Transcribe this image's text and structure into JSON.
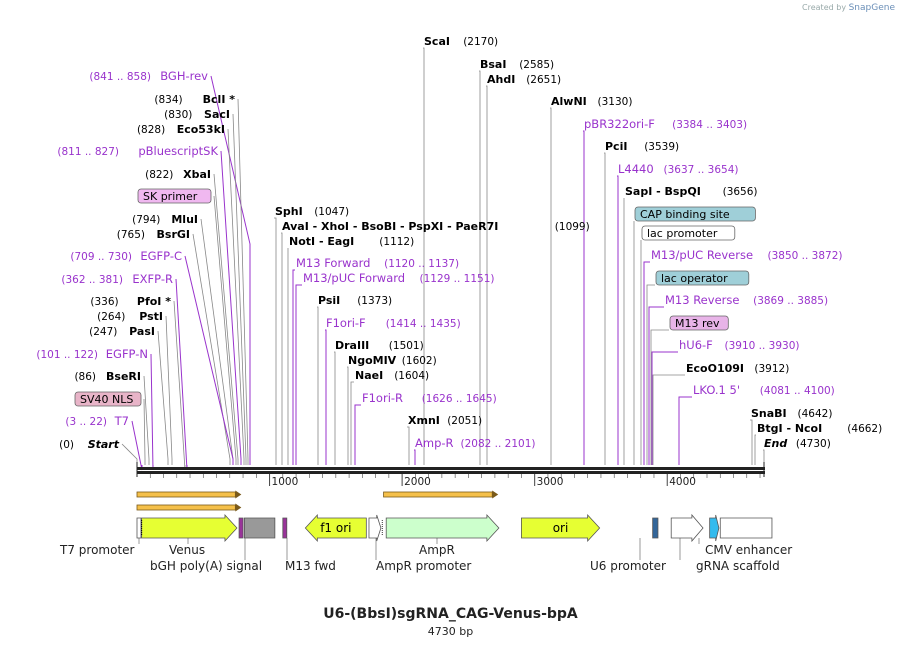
{
  "credit": {
    "prefix": "Created by",
    "brand": "SnapGene"
  },
  "title": "U6-(BbsI)sgRNA_CAG-Venus-bpA",
  "size_label": "4730 bp",
  "colors": {
    "primer": "#9933cc",
    "enzyme": "#000000",
    "tick": "#444444"
  },
  "left_labels": [
    {
      "pos": "(841 .. 858)",
      "name": "BGH-rev",
      "kind": "primer"
    },
    {
      "pos": "(834)",
      "name": "BclI *",
      "kind": "enzyme"
    },
    {
      "pos": "(830)",
      "name": "SacI",
      "kind": "enzyme"
    },
    {
      "pos": "(828)",
      "name": "Eco53kI",
      "kind": "enzyme"
    },
    {
      "pos": "(811 .. 827)",
      "name": "pBluescriptSK",
      "kind": "primer"
    },
    {
      "pos": "(822)",
      "name": "XbaI",
      "kind": "enzyme"
    },
    {
      "pos": "",
      "name": "SK primer",
      "kind": "boxed",
      "fill": "#f0b8f0"
    },
    {
      "pos": "(794)",
      "name": "MluI",
      "kind": "enzyme"
    },
    {
      "pos": "(765)",
      "name": "BsrGI",
      "kind": "enzyme"
    },
    {
      "pos": "(709 .. 730)",
      "name": "EGFP-C",
      "kind": "primer"
    },
    {
      "pos": "(362 .. 381)",
      "name": "EXFP-R",
      "kind": "primer"
    },
    {
      "pos": "(336)",
      "name": "PfoI *",
      "kind": "enzyme"
    },
    {
      "pos": "(264)",
      "name": "PstI",
      "kind": "enzyme"
    },
    {
      "pos": "(247)",
      "name": "PasI",
      "kind": "enzyme"
    },
    {
      "pos": "(101 .. 122)",
      "name": "EGFP-N",
      "kind": "primer"
    },
    {
      "pos": "(86)",
      "name": "BseRI",
      "kind": "enzyme"
    },
    {
      "pos": "",
      "name": "SV40 NLS",
      "kind": "boxed",
      "fill": "#e8b4c8"
    },
    {
      "pos": "(3 .. 22)",
      "name": "T7",
      "kind": "primer"
    },
    {
      "pos": "(0)",
      "name": "Start",
      "kind": "italic"
    }
  ],
  "right_labels": [
    {
      "name": "ScaI",
      "pos": "(2170)",
      "kind": "enzyme"
    },
    {
      "name": "BsaI",
      "pos": "(2585)",
      "kind": "enzyme"
    },
    {
      "name": "AhdI",
      "pos": "(2651)",
      "kind": "enzyme"
    },
    {
      "name": "AlwNI",
      "pos": "(3130)",
      "kind": "enzyme"
    },
    {
      "name": "pBR322ori-F",
      "pos": "(3384 .. 3403)",
      "kind": "primer"
    },
    {
      "name": "PciI",
      "pos": "(3539)",
      "kind": "enzyme"
    },
    {
      "name": "L4440",
      "pos": "(3637 .. 3654)",
      "kind": "primer"
    },
    {
      "name": "SapI - BspQI",
      "pos": "(3656)",
      "kind": "enzyme"
    },
    {
      "name": "SphI",
      "pos": "(1047)",
      "kind": "enzyme"
    },
    {
      "name": "CAP binding site",
      "pos": "",
      "kind": "boxed",
      "fill": "#9fcfd8"
    },
    {
      "name": "AvaI - XhoI - BsoBI - PspXI - PaeR7I",
      "pos": "(1099)",
      "kind": "enzyme"
    },
    {
      "name": "NotI - EagI",
      "pos": "(1112)",
      "kind": "enzyme"
    },
    {
      "name": "lac promoter",
      "pos": "",
      "kind": "boxed",
      "fill": "#ffffff"
    },
    {
      "name": "M13/pUC Reverse",
      "pos": "(3850 .. 3872)",
      "kind": "primer"
    },
    {
      "name": "M13 Forward",
      "pos": "(1120 .. 1137)",
      "kind": "primer"
    },
    {
      "name": "M13/pUC Forward",
      "pos": "(1129 .. 1151)",
      "kind": "primer"
    },
    {
      "name": "lac operator",
      "pos": "",
      "kind": "boxed",
      "fill": "#9fcfd8"
    },
    {
      "name": "PsiI",
      "pos": "(1373)",
      "kind": "enzyme"
    },
    {
      "name": "M13 Reverse",
      "pos": "(3869 .. 3885)",
      "kind": "primer"
    },
    {
      "name": "F1ori-F",
      "pos": "(1414 .. 1435)",
      "kind": "primer"
    },
    {
      "name": "M13 rev",
      "pos": "",
      "kind": "boxed",
      "fill": "#e8b4e8"
    },
    {
      "name": "DraIII",
      "pos": "(1501)",
      "kind": "enzyme"
    },
    {
      "name": "hU6-F",
      "pos": "(3910 .. 3930)",
      "kind": "primer"
    },
    {
      "name": "NgoMIV",
      "pos": "(1602)",
      "kind": "enzyme"
    },
    {
      "name": "EcoO109I",
      "pos": "(3912)",
      "kind": "enzyme"
    },
    {
      "name": "NaeI",
      "pos": "(1604)",
      "kind": "enzyme"
    },
    {
      "name": "LKO.1 5'",
      "pos": "(4081 .. 4100)",
      "kind": "primer"
    },
    {
      "name": "F1ori-R",
      "pos": "(1626 .. 1645)",
      "kind": "primer"
    },
    {
      "name": "SnaBI",
      "pos": "(4642)",
      "kind": "enzyme"
    },
    {
      "name": "XmnI",
      "pos": "(2051)",
      "kind": "enzyme"
    },
    {
      "name": "BtgI - NcoI",
      "pos": "(4662)",
      "kind": "enzyme"
    },
    {
      "name": "Amp-R",
      "pos": "(2082 .. 2101)",
      "kind": "primer"
    },
    {
      "name": "End",
      "pos": "(4730)",
      "kind": "italic"
    }
  ],
  "ruler_ticks": [
    "1000",
    "2000",
    "3000",
    "4000"
  ],
  "features": [
    {
      "name": "Venus",
      "start": 35,
      "end": 754,
      "color": "#e6ff33",
      "dir": "fwd"
    },
    {
      "name": "SV40 NLS",
      "start": 0,
      "end": 30,
      "color": "#ffffff",
      "dir": "none"
    },
    {
      "name": "bGH poly(A) signal",
      "start": 770,
      "end": 800,
      "color": "#993399",
      "dir": "none"
    },
    {
      "name": "",
      "start": 810,
      "end": 1040,
      "color": "#999999",
      "dir": "none"
    },
    {
      "name": "M13 fwd",
      "start": 1100,
      "end": 1130,
      "color": "#993399",
      "dir": "none"
    },
    {
      "name": "f1 ori",
      "start": 1270,
      "end": 1730,
      "color": "#e6ff33",
      "dir": "rev"
    },
    {
      "name": "AmpR promoter",
      "start": 1750,
      "end": 1840,
      "color": "#ffffff",
      "dir": "fwd"
    },
    {
      "name": "AmpR",
      "start": 1880,
      "end": 2730,
      "color": "#ccffcc",
      "dir": "fwd"
    },
    {
      "name": "ori",
      "start": 2900,
      "end": 3490,
      "color": "#e6ff33",
      "dir": "fwd"
    },
    {
      "name": "U6 promoter",
      "start": 3890,
      "end": 3930,
      "color": "#336699",
      "dir": "none"
    },
    {
      "name": "gRNA scaffold",
      "start": 4030,
      "end": 4270,
      "color": "#ffffff",
      "dir": "fwd"
    },
    {
      "name": "CMV enhancer",
      "start": 4320,
      "end": 4390,
      "color": "#33bbee",
      "dir": "fwd"
    },
    {
      "name": "",
      "start": 4400,
      "end": 4790,
      "color": "#ffffff",
      "dir": "none"
    }
  ],
  "bottom_labels": [
    {
      "name": "T7 promoter"
    },
    {
      "name": "Venus"
    },
    {
      "name": "bGH poly(A) signal"
    },
    {
      "name": "M13 fwd"
    },
    {
      "name": "AmpR"
    },
    {
      "name": "AmpR promoter"
    },
    {
      "name": "U6 promoter"
    },
    {
      "name": "CMV enhancer"
    },
    {
      "name": "gRNA scaffold"
    }
  ],
  "orf_arrows": [
    {
      "start": 0,
      "end": 772
    },
    {
      "start": 0,
      "end": 772
    },
    {
      "start": 1860,
      "end": 2710
    }
  ]
}
